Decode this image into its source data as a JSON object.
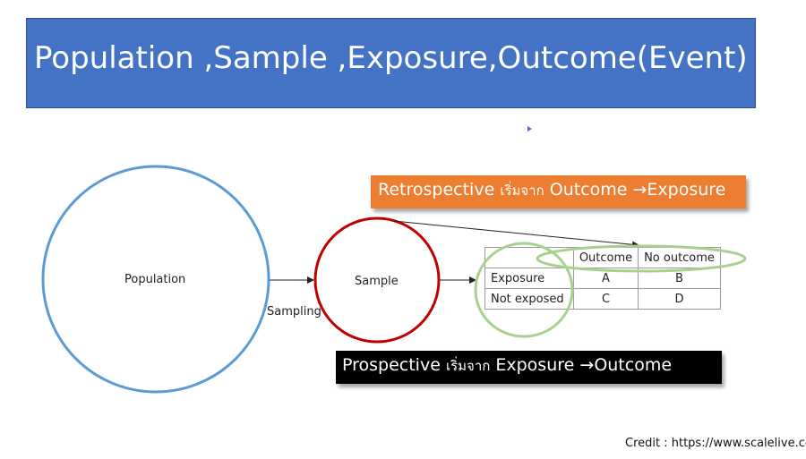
{
  "title": "Population ,Sample ,Exposure,Outcome(Event)",
  "diagram": {
    "population_label": "Population",
    "sample_label": "Sample",
    "sampling_label": "Sampling"
  },
  "table": {
    "headers": [
      "Outcome",
      "No outcome"
    ],
    "rows": [
      {
        "label": "Exposure",
        "values": [
          "A",
          "B"
        ]
      },
      {
        "label": "Not exposed",
        "values": [
          "C",
          "D"
        ]
      }
    ]
  },
  "retrospective": {
    "term": "Retrospective",
    "thai": "เริ่มจาก",
    "start": "Outcome",
    "arrow": "→",
    "end": "Exposure"
  },
  "prospective": {
    "term": "Prospective",
    "thai": "เริ่มจาก",
    "start": "Exposure",
    "arrow": "→",
    "end": "Outcome"
  },
  "credit": "Credit : https://www.scalelive.com",
  "colors": {
    "title_bg": "#4472c4",
    "population_circle": "#5b9bd5",
    "sample_circle": "#c00000",
    "highlight_ellipse": "#a9d18e",
    "retrospective_bg": "#ed7d31",
    "prospective_bg": "#000000"
  }
}
